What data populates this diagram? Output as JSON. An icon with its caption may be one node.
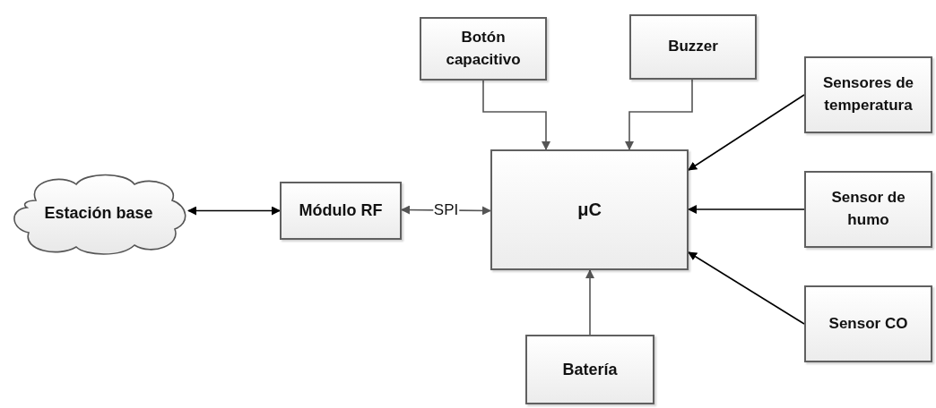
{
  "diagram": {
    "nodes": [
      {
        "text": [
          "Botón capacitivo"
        ]
      },
      {
        "text": [
          "Buzzer"
        ]
      },
      {
        "text": [
          "Sensores de temperatura"
        ]
      },
      {
        "text": [
          "Estación base"
        ]
      },
      {
        "text": [
          "Módulo RF"
        ]
      },
      {
        "text": [
          "μC"
        ]
      },
      {
        "text": [
          "Sensor de humo"
        ]
      },
      {
        "text": [
          "Sensor CO"
        ]
      },
      {
        "text": [
          "Batería"
        ]
      }
    ],
    "edges": [
      {
        "from": 3,
        "to": 4,
        "arrow": "both",
        "color": "#000000"
      },
      {
        "from": 4,
        "to": 5,
        "arrow": "both",
        "label": "SPI"
      },
      {
        "from": 0,
        "to": 5,
        "arrow": "to"
      },
      {
        "from": 1,
        "to": 5,
        "arrow": "to"
      },
      {
        "from": 2,
        "to": 5,
        "arrow": "to",
        "color": "#000000"
      },
      {
        "from": 6,
        "to": 5,
        "arrow": "to",
        "color": "#000000"
      },
      {
        "from": 7,
        "to": 5,
        "arrow": "to",
        "color": "#000000"
      },
      {
        "from": 8,
        "to": 5,
        "arrow": "to"
      }
    ]
  }
}
